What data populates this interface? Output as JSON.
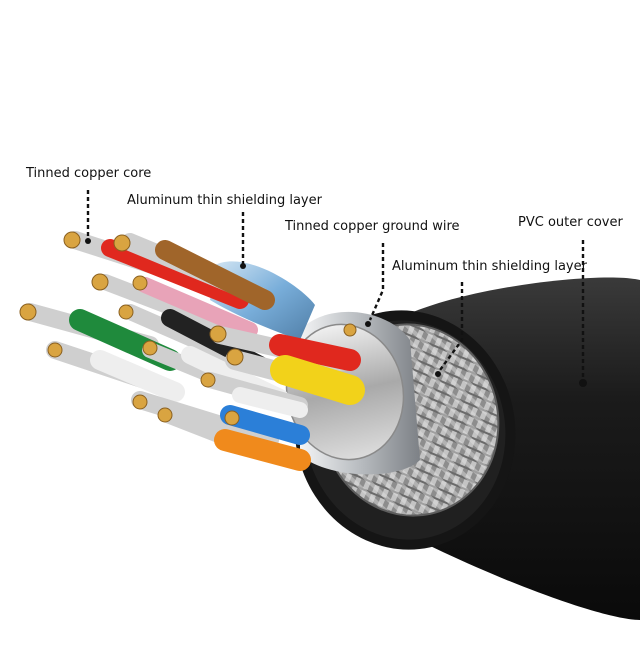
{
  "diagram": {
    "labels": {
      "tinned_copper_core": "Tinned copper core",
      "aluminum_shield_inner": "Aluminum thin shielding layer",
      "tinned_copper_ground_wire": "Tinned copper ground wire",
      "aluminum_shield_outer": "Aluminum thin shielding layer",
      "pvc_outer_cover": "PVC outer cover"
    },
    "colors": {
      "jacket": "#1a1a1a",
      "braid": "#9a9a9a",
      "foil": "#c9ccd0",
      "copper": "#d9a441",
      "wire_red": "#e0281e",
      "wire_brown": "#a0652a",
      "wire_green": "#1f8a3c",
      "wire_yellow": "#f2d21a",
      "wire_blue": "#2b7fd8",
      "wire_orange": "#f08a1c",
      "wire_white": "#eeeeee",
      "wire_black": "#222222",
      "wire_pink": "#e8a3b8"
    }
  }
}
